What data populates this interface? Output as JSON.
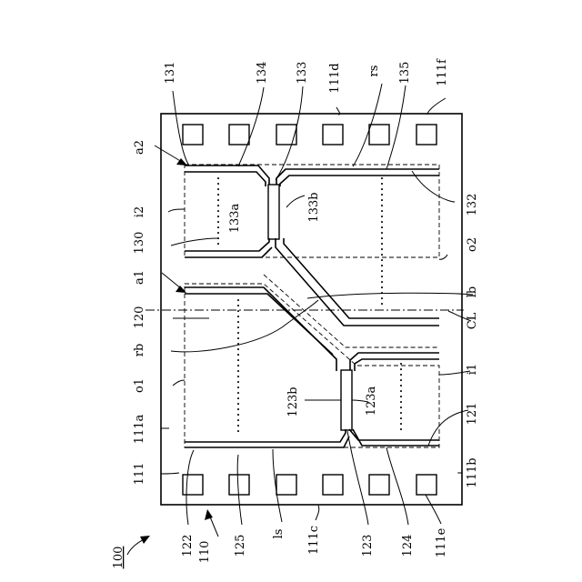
{
  "figure": {
    "labels": {
      "l100": "100",
      "l110": "110",
      "l111": "111",
      "l111a": "111a",
      "l111b": "111b",
      "l111c": "111c",
      "l111d": "111d",
      "l111e": "111e",
      "l111f": "111f",
      "l120": "120",
      "l121": "121",
      "l122": "122",
      "l123": "123",
      "l123a": "123a",
      "l123b": "123b",
      "l124": "124",
      "l125": "125",
      "l130": "130",
      "l131": "131",
      "l132": "132",
      "l133": "133",
      "l133a": "133a",
      "l133b": "133b",
      "l134": "134",
      "l135": "135",
      "la1": "a1",
      "la2": "a2",
      "li1": "i1",
      "li2": "i2",
      "lo1": "o1",
      "lo2": "o2",
      "lrb": "rb",
      "llb": "lb",
      "lrs": "rs",
      "lls": "ls",
      "lCL": "CL"
    }
  }
}
